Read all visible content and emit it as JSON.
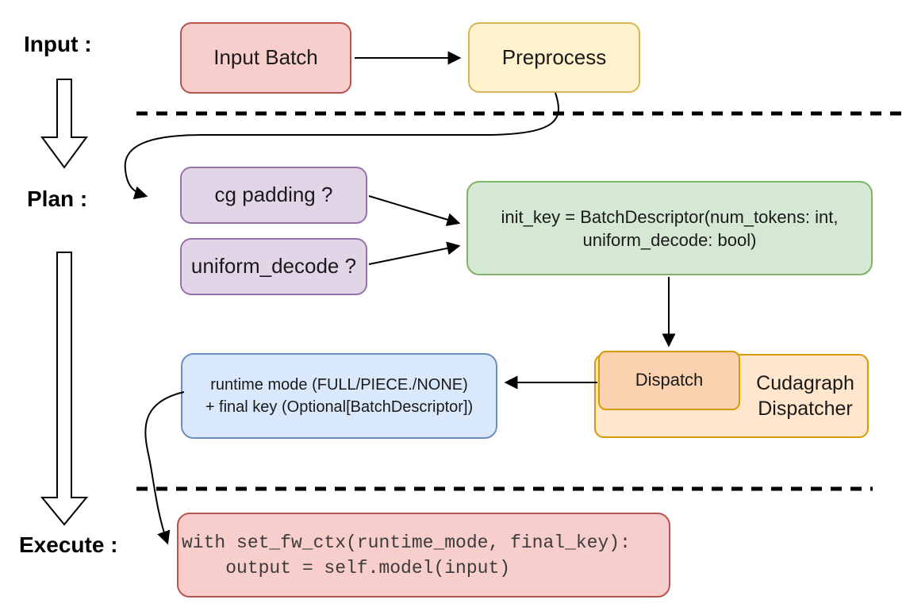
{
  "stages": {
    "input_label": "Input :",
    "plan_label": "Plan :",
    "execute_label": "Execute :"
  },
  "nodes": {
    "input_batch": {
      "label": "Input Batch"
    },
    "preprocess": {
      "label": "Preprocess"
    },
    "cg_padding": {
      "label": "cg padding ?"
    },
    "uniform_decode": {
      "label": "uniform_decode ?"
    },
    "init_key": {
      "line1": "init_key = BatchDescriptor(num_tokens: int,",
      "line2": "uniform_decode: bool)"
    },
    "dispatch": {
      "label": "Dispatch"
    },
    "cudagraph_dispatcher": {
      "label": "Cudagraph Dispatcher"
    },
    "runtime_mode": {
      "line1": "runtime mode (FULL/PIECE./NONE)",
      "line2": "+ final key (Optional[BatchDescriptor])"
    },
    "execute_code": {
      "line1": "with set_fw_ctx(runtime_mode, final_key):",
      "line2": "    output = self.model(input)"
    }
  },
  "colors": {
    "red_fill": "#f8cecc",
    "red_stroke": "#b85450",
    "yellow_fill": "#fff2cc",
    "yellow_stroke": "#d6b656",
    "purple_fill": "#e1d5e7",
    "purple_stroke": "#9673a6",
    "green_fill": "#d5e8d4",
    "green_stroke": "#82b366",
    "blue_fill": "#dae8fc",
    "blue_stroke": "#6c8ebf",
    "orange_outer_fill": "#ffe6cc",
    "orange_inner_fill": "#fad2b0",
    "orange_stroke": "#d79b00",
    "arrow_color": "#000000",
    "code_text_color": "#3b3b3b"
  }
}
